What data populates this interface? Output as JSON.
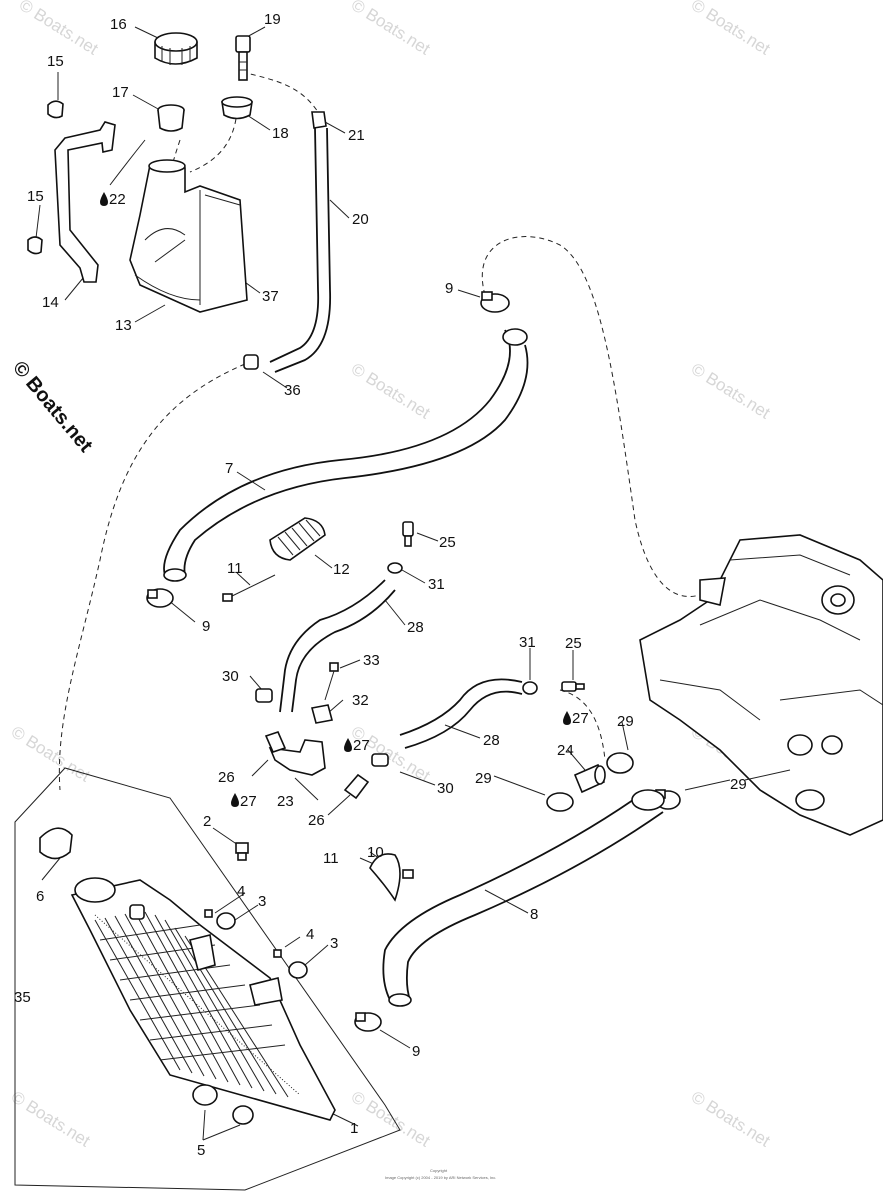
{
  "watermark": {
    "text": "© Boats.net",
    "color": "#d6d6d6"
  },
  "copyright_tag": "© Boats.net",
  "footer": {
    "line1": "Copyright",
    "line2": "Image Copyright (c) 2004 - 2019 by ARI Network Services, Inc."
  },
  "drop_icon": "oil-drop-icon",
  "labels": {
    "l1": "1",
    "l2": "2",
    "l3a": "3",
    "l3b": "3",
    "l4a": "4",
    "l4b": "4",
    "l5": "5",
    "l6": "6",
    "l7": "7",
    "l8": "8",
    "l9a": "9",
    "l9b": "9",
    "l9c": "9",
    "l10": "10",
    "l11a": "11",
    "l11b": "11",
    "l12": "12",
    "l13": "13",
    "l14": "14",
    "l15a": "15",
    "l15b": "15",
    "l16": "16",
    "l17": "17",
    "l18": "18",
    "l19": "19",
    "l20": "20",
    "l21": "21",
    "l22": "22",
    "l23": "23",
    "l24": "24",
    "l25a": "25",
    "l25b": "25",
    "l26a": "26",
    "l26b": "26",
    "l27a": "27",
    "l27b": "27",
    "l27c": "27",
    "l28a": "28",
    "l28b": "28",
    "l29a": "29",
    "l29b": "29",
    "l29c": "29",
    "l30a": "30",
    "l30b": "30",
    "l31a": "31",
    "l31b": "31",
    "l32": "32",
    "l33": "33",
    "l35": "35",
    "l36": "36",
    "l37": "37"
  }
}
